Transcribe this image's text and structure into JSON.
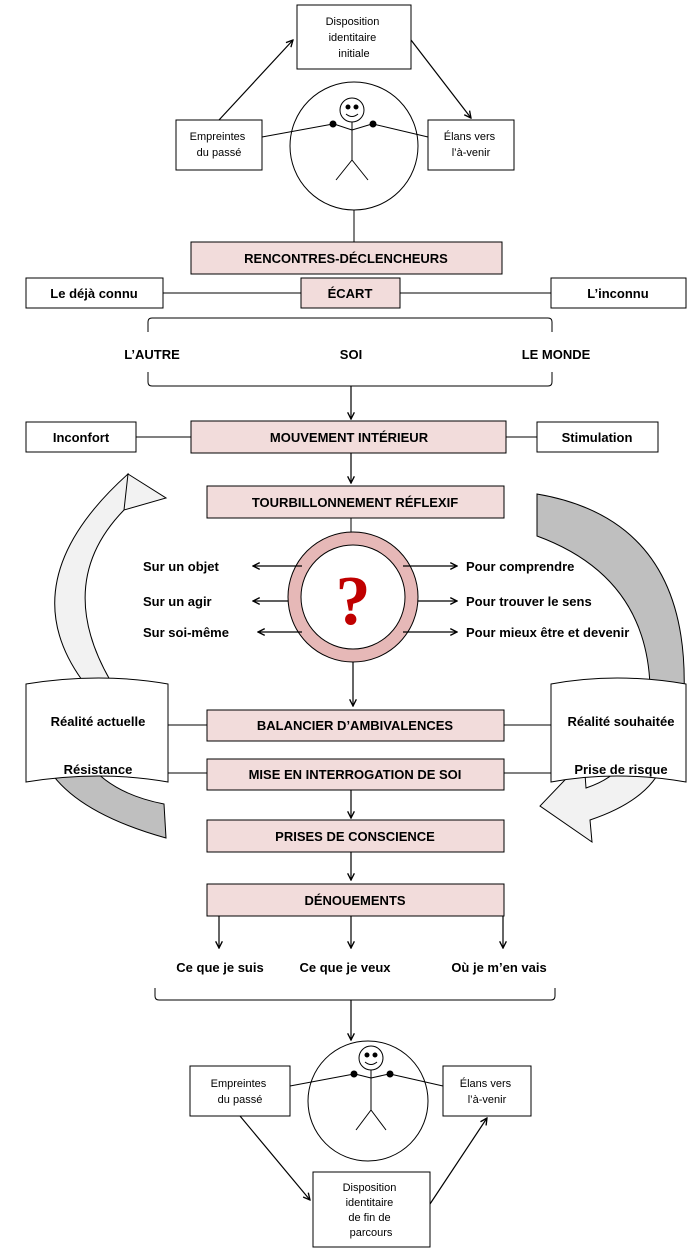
{
  "top_person": {
    "disposition": [
      "Disposition",
      "identitaire",
      "initiale"
    ],
    "empreintes": [
      "Empreintes",
      "du passé"
    ],
    "elans": [
      "Élans vers",
      "l’à-venir"
    ]
  },
  "rencontres": "RENCONTRES-DÉCLENCHEURS",
  "ecart": "ÉCART",
  "deja_connu": "Le déjà connu",
  "inconnu": "L’inconnu",
  "triad": {
    "autre": "L’AUTRE",
    "soi": "SOI",
    "monde": "LE MONDE"
  },
  "mouvement": "MOUVEMENT INTÉRIEUR",
  "inconfort": "Inconfort",
  "stimulation": "Stimulation",
  "tourbillonnement": "TOURBILLONNEMENT RÉFLEXIF",
  "question_mark": "?",
  "left_targets": [
    "Sur un objet",
    "Sur un agir",
    "Sur soi-même"
  ],
  "right_targets": [
    "Pour comprendre",
    "Pour trouver le sens",
    "Pour mieux être et devenir"
  ],
  "balancier": "BALANCIER D’AMBIVALENCES",
  "mise": "MISE EN INTERROGATION DE SOI",
  "left_scroll": [
    "Réalité actuelle",
    "Résistance"
  ],
  "right_scroll": [
    "Réalité souhaitée",
    "Prise de risque"
  ],
  "prises": "PRISES DE CONSCIENCE",
  "denouements": "DÉNOUEMENTS",
  "outcomes": [
    "Ce que je suis",
    "Ce que je veux",
    "Où je m’en vais"
  ],
  "bottom_person": {
    "empreintes": [
      "Empreintes",
      "du passé"
    ],
    "elans": [
      "Élans vers",
      "l’à-venir"
    ],
    "disposition": [
      "Disposition",
      "identitaire",
      "de fin de",
      "parcours"
    ]
  },
  "colors": {
    "pink_fill": "#f2dcdb",
    "ring": "#e6b8b7",
    "grey_arrow": "#bfbfbf",
    "light_arrow": "#f2f2f2"
  }
}
